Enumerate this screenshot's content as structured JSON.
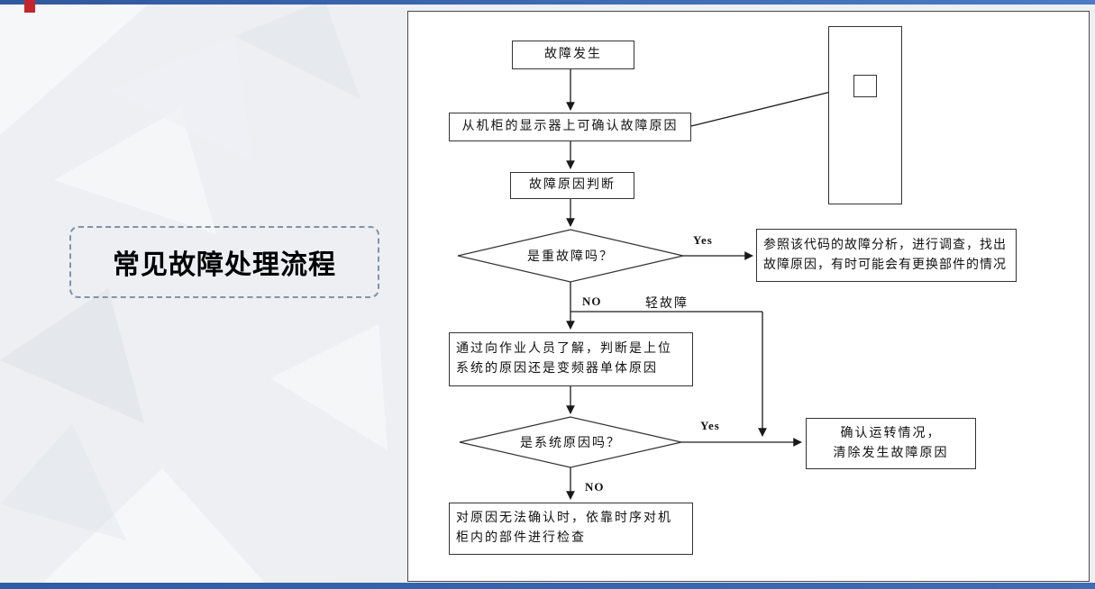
{
  "slide": {
    "title": "常见故障处理流程"
  },
  "flowchart": {
    "nodes": {
      "start": "故障发生",
      "confirm": "从机柜的显示器上可确认故障原因",
      "judge": "故障原因判断",
      "decision_heavy": "是重故障吗？",
      "heavy_action": "参照该代码的故障分析，进行调查，找出\n故障原因，有时可能会有更换部件的情况",
      "ask_operator": "通过向作业人员了解，判断是上位\n系统的原因还是变频器单体原因",
      "decision_system": "是系统原因吗？",
      "system_action": "确认运转情况，\n清除发生故障原因",
      "final_check": "对原因无法确认时，依靠时序对机\n柜内的部件进行检查"
    },
    "labels": {
      "yes1": "Yes",
      "no1": "NO",
      "light_fault": "轻故障",
      "yes2": "Yes",
      "no2": "NO"
    }
  },
  "colors": {
    "top_bar": "#30589f",
    "bottom_bar": "#2e5ca6",
    "accent_red": "#c4262d",
    "line": "#1a1a1a",
    "dashed_border": "#8093aa",
    "background": "#edeff3"
  }
}
